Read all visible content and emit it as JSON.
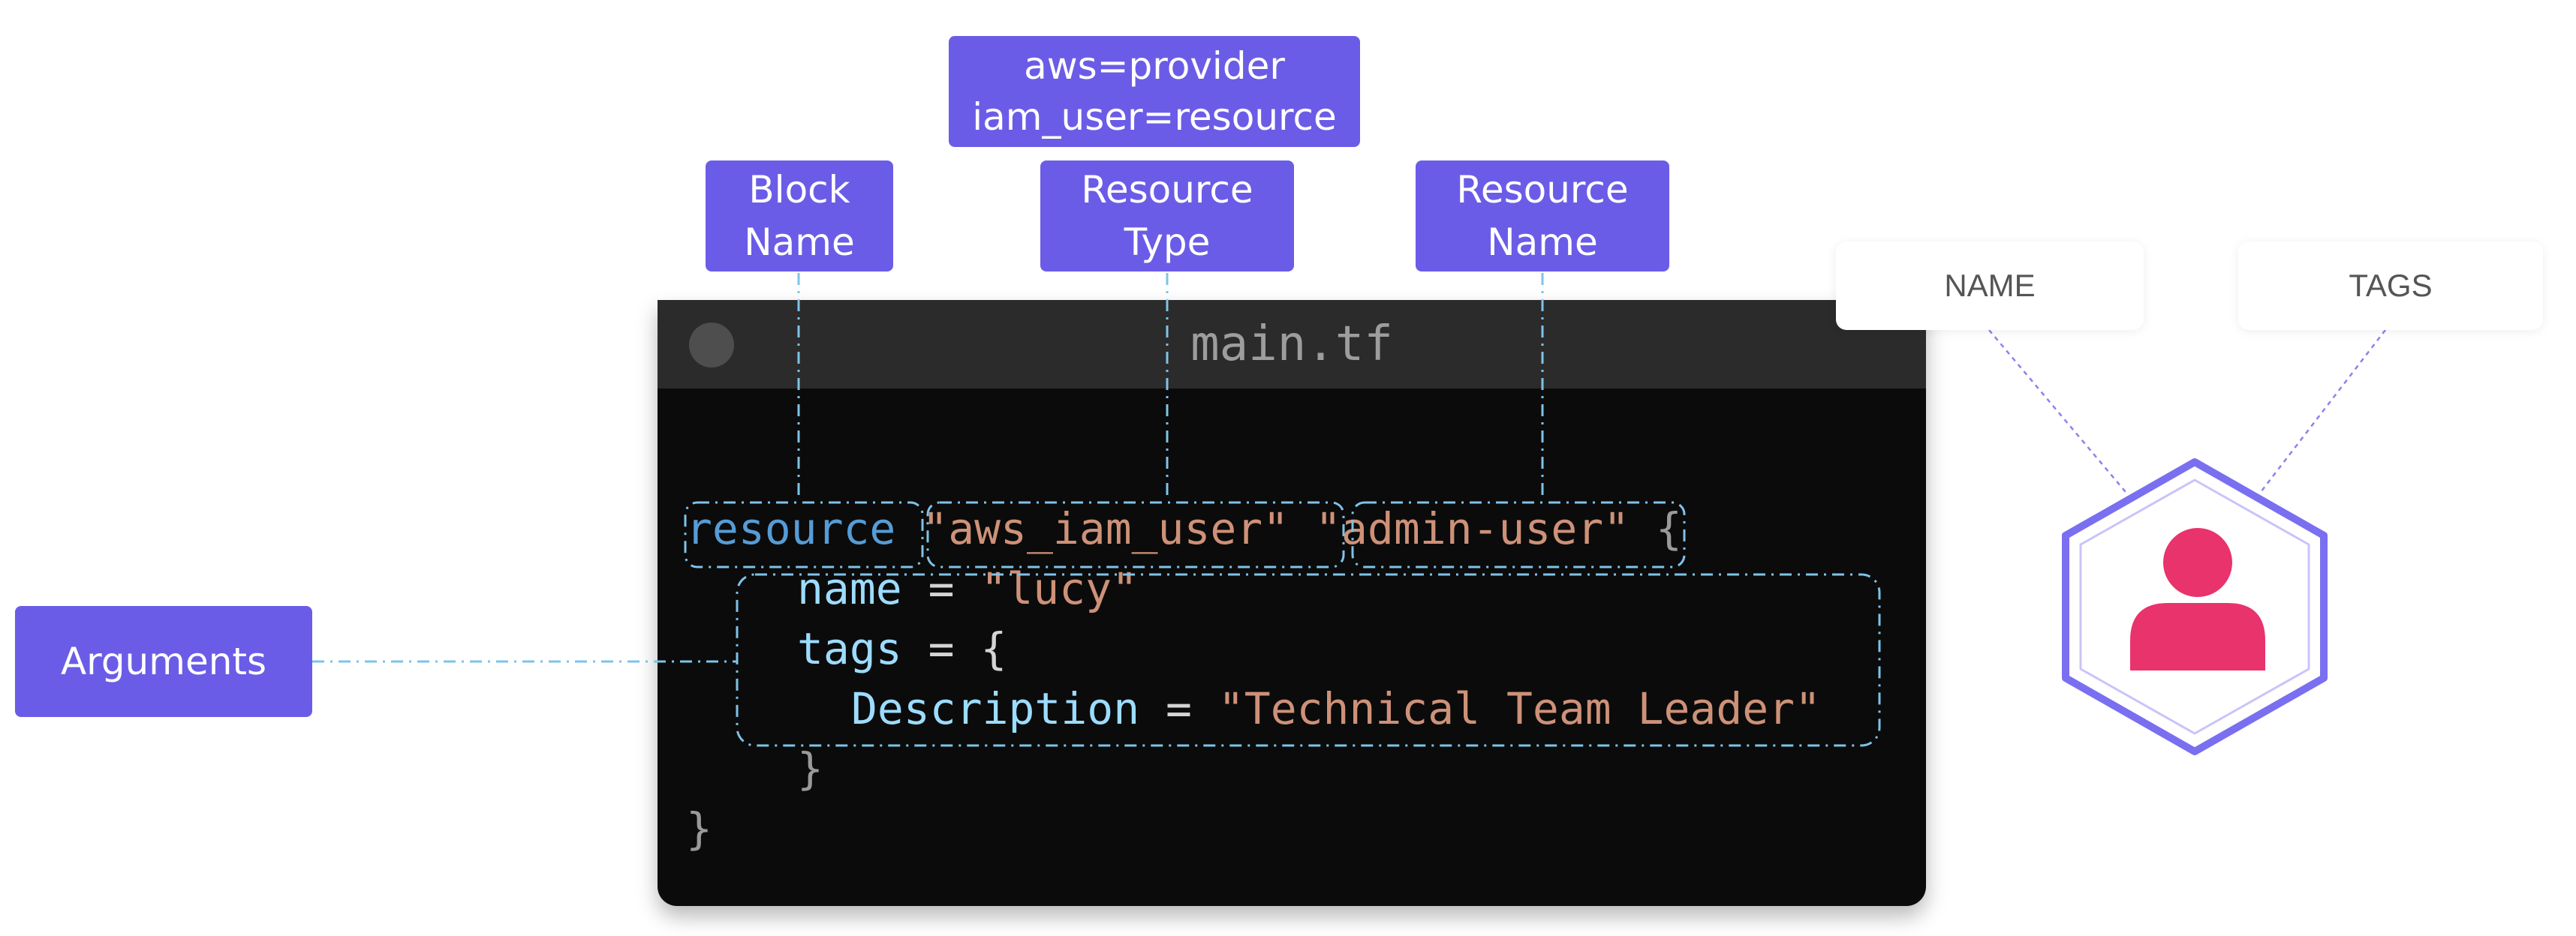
{
  "labels": {
    "provider_resource": [
      "aws=provider",
      "iam_user=resource"
    ],
    "block_name": [
      "Block",
      "Name"
    ],
    "resource_type": [
      "Resource",
      "Type"
    ],
    "resource_name": [
      "Resource",
      "Name"
    ],
    "arguments": "Arguments"
  },
  "editor": {
    "filename": "main.tf",
    "keyword": "resource",
    "resource_type": "\"aws_iam_user\"",
    "resource_name": "\"admin-user\"",
    "open_brace": "{",
    "name_key": "name",
    "equals": "=",
    "name_value": "\"lucy\"",
    "tags_key": "tags",
    "tags_open": "{",
    "desc_key": "Description",
    "desc_value": "\"Technical Team Leader\"",
    "tags_close": "}",
    "close_brace": "}"
  },
  "entity": {
    "name_card": "NAME",
    "tags_card": "TAGS",
    "icon": "user-icon"
  },
  "colors": {
    "label_bg": "#6b5ce7",
    "dashed_line": "#7ec3e8",
    "hexagon": "#7a6ff0",
    "user_icon": "#e8336d"
  }
}
